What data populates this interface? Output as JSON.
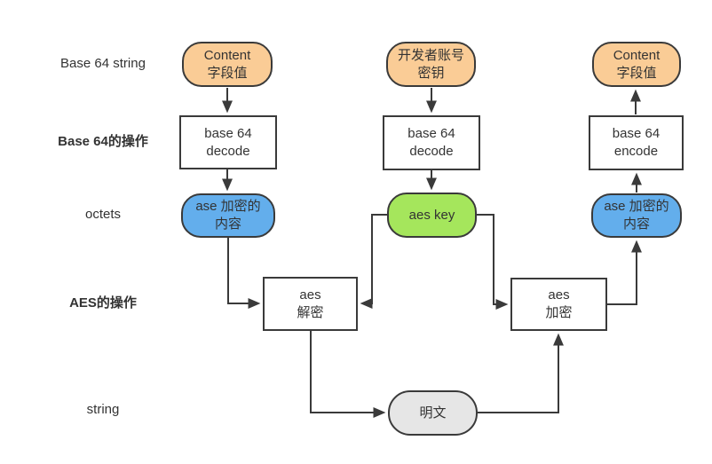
{
  "diagram": {
    "row_labels": [
      {
        "text": "Base 64 string",
        "bold": false
      },
      {
        "text": "Base 64的操作",
        "bold": true
      },
      {
        "text": "octets",
        "bold": false
      },
      {
        "text": "AES的操作",
        "bold": true
      },
      {
        "text": "string",
        "bold": false
      }
    ],
    "nodes": {
      "content_left": {
        "text": "Content\n字段值"
      },
      "decode_left": {
        "text": "base 64\ndecode"
      },
      "cipher_left": {
        "text": "ase 加密的\n内容"
      },
      "dev_key": {
        "text": "开发者账号\n密钥"
      },
      "decode_mid": {
        "text": "base 64\ndecode"
      },
      "aes_key": {
        "text": "aes key"
      },
      "aes_decrypt": {
        "text": "aes\n解密"
      },
      "aes_encrypt": {
        "text": "aes\n加密"
      },
      "plaintext": {
        "text": "明文"
      },
      "cipher_right": {
        "text": "ase 加密的\n内容"
      },
      "encode_right": {
        "text": "base 64\nencode"
      },
      "content_right": {
        "text": "Content\n字段值"
      }
    },
    "colors": {
      "orange": "#FACC96",
      "blue": "#63AEEC",
      "green": "#A5E65C",
      "gray": "#E6E6E6",
      "line": "#3A3A3A",
      "text": "#333333"
    }
  }
}
